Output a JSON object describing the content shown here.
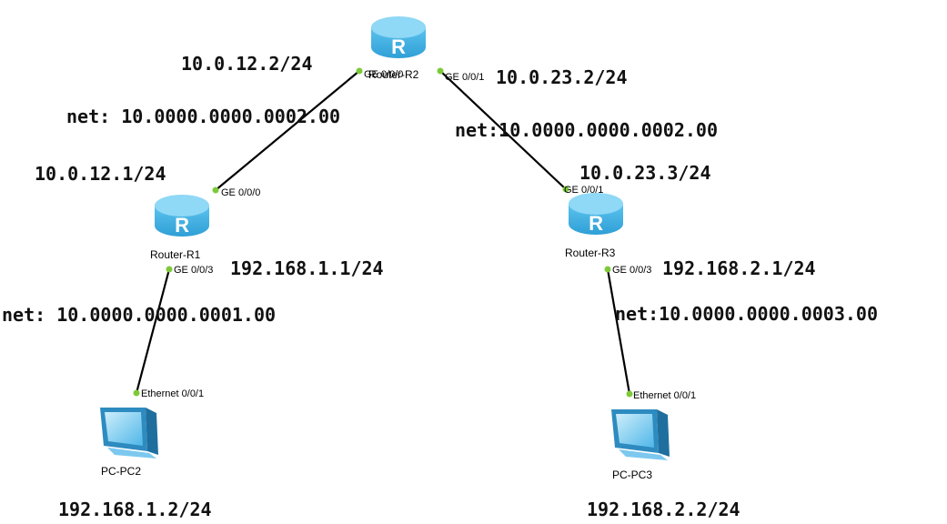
{
  "colors": {
    "router_body": "#43b3e3",
    "router_top": "#8fd8f6",
    "port_dot": "#7ec93a",
    "link": "#000000"
  },
  "devices": {
    "r1": {
      "label": "Router-R1",
      "icon": "router-icon",
      "glyph": "R"
    },
    "r2": {
      "label": "Router-R2",
      "icon": "router-icon",
      "glyph": "R"
    },
    "r3": {
      "label": "Router-R3",
      "icon": "router-icon",
      "glyph": "R"
    },
    "pc2": {
      "label": "PC-PC2",
      "icon": "pc-icon"
    },
    "pc3": {
      "label": "PC-PC3",
      "icon": "pc-icon"
    }
  },
  "ports": {
    "r2_left": "GE 0/0/0",
    "r2_right": "GE 0/0/1",
    "r1_top": "GE 0/0/0",
    "r1_bottom": "GE 0/0/3",
    "r3_top": "GE 0/0/1",
    "r3_bottom": "GE 0/0/3",
    "pc2_port": "Ethernet 0/0/1",
    "pc3_port": "Ethernet 0/0/1"
  },
  "notes": {
    "r2_left_ip": "10.0.12.2/24",
    "r2_right_ip": "10.0.23.2/24",
    "r2_net_left": "net: 10.0000.0000.0002.00",
    "r2_net_right": "net:10.0000.0000.0002.00",
    "r1_ip": "10.0.12.1/24",
    "r3_ip": "10.0.23.3/24",
    "r1_lan_ip": "192.168.1.1/24",
    "r3_lan_ip": "192.168.2.1/24",
    "r1_net": "net: 10.0000.0000.0001.00",
    "r3_net": "net:10.0000.0000.0003.00",
    "pc2_ip": "192.168.1.2/24",
    "pc3_ip": "192.168.2.2/24"
  }
}
